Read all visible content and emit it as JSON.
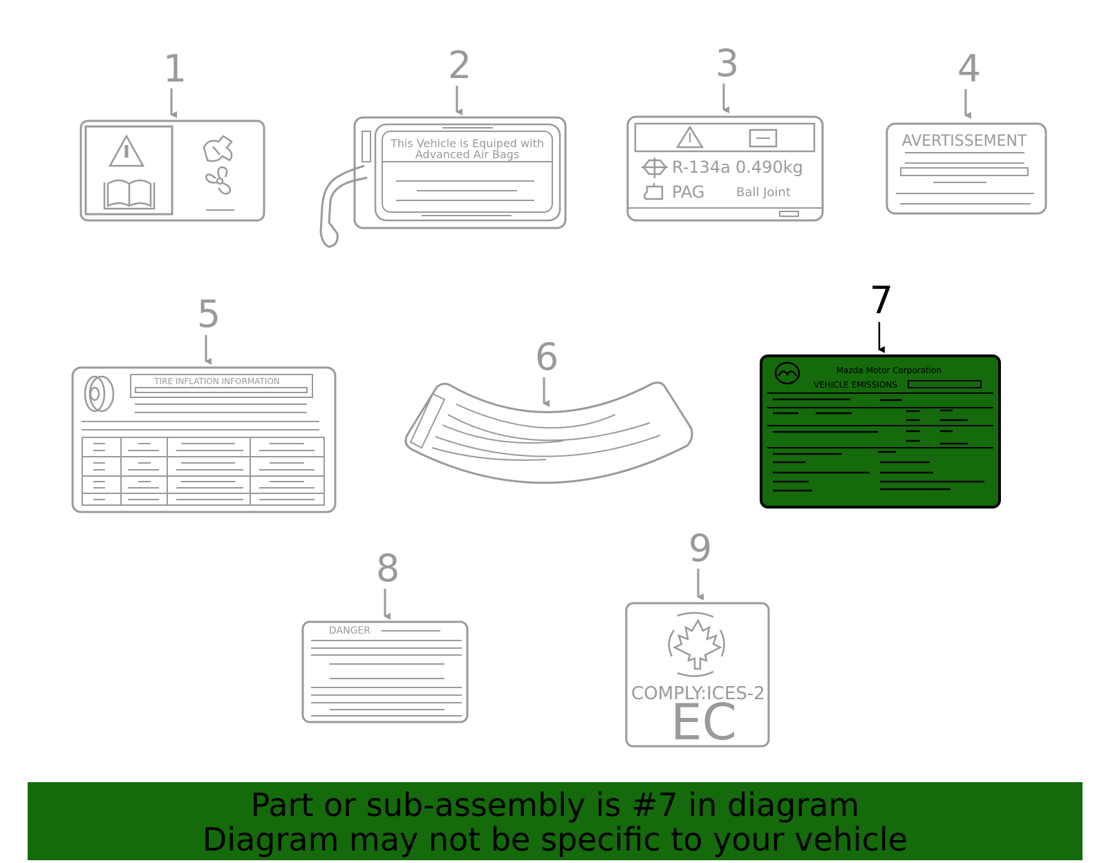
{
  "colors": {
    "outline": "#9a9a9a",
    "highlight_fill": "#156a0c",
    "highlight_outline": "#000000",
    "banner": "#156a0c"
  },
  "callouts": [
    "1",
    "2",
    "3",
    "4",
    "5",
    "6",
    "7",
    "8",
    "9"
  ],
  "labels": {
    "label2": {
      "line1": "This Vehicle is Equiped  with",
      "line2": "Advanced Air Bags"
    },
    "label3": {
      "refrigerant": "R-134a",
      "amount": "0.490kg",
      "oil": "PAG",
      "ball_joint": "Ball Joint"
    },
    "label4": {
      "heading": "AVERTISSEMENT"
    },
    "label5": {
      "heading": "TIRE INFLATION INFORMATION"
    },
    "label7": {
      "maker": "Mazda Motor Corporation",
      "heading": "VEHICLE EMISSIONS"
    },
    "label8": {
      "heading": "DANGER"
    },
    "label9": {
      "comply": "COMPLY:ICES-2",
      "code": "EC"
    }
  },
  "icons": [
    "warning-triangle-icon",
    "manual-book-icon",
    "airbag-icon",
    "fan-icon",
    "refrigerant-icon",
    "oil-can-icon",
    "tire-icon",
    "mazda-logo-icon",
    "maple-leaf-icon"
  ],
  "banner": {
    "line1": "Part or sub-assembly is #7 in diagram",
    "line2": "Diagram may not be specific to your vehicle"
  }
}
